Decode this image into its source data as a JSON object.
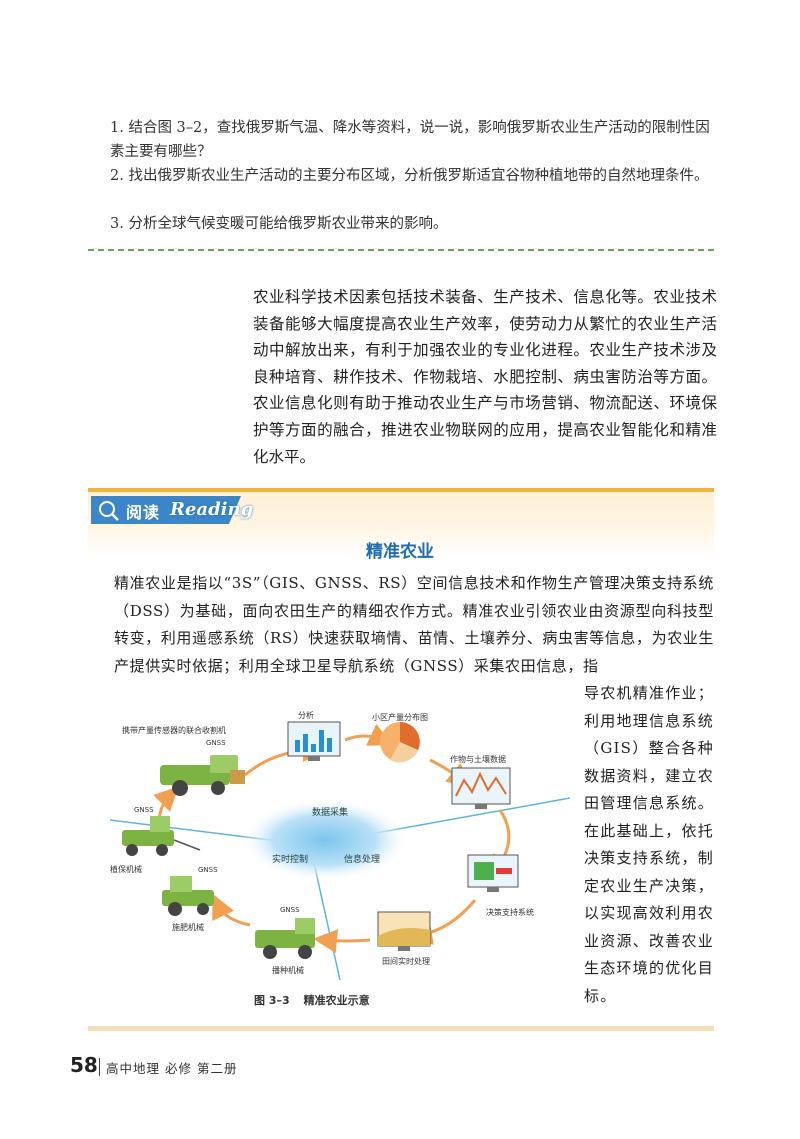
{
  "questions": [
    "1. 结合图 3–2，查找俄罗斯气温、降水等资料，说一说，影响俄罗斯农业生产活动的限制性因素主要有哪些？",
    "2. 找出俄罗斯农业生产活动的主要分布区域，分析俄罗斯适宜谷物种植地带的自然地理条件。",
    "3. 分析全球气候变暖可能给俄罗斯农业带来的影响。"
  ],
  "main_paragraph": "农业科学技术因素包括技术装备、生产技术、信息化等。农业技术装备能够大幅度提高农业生产效率，使劳动力从繁忙的农业生产活动中解放出来，有利于加强农业的专业化进程。农业生产技术涉及良种培育、耕作技术、作物栽培、水肥控制、病虫害防治等方面。农业信息化则有助于推动农业生产与市场营销、物流配送、环境保护等方面的融合，推进农业物联网的应用，提高农业智能化和精准化水平。",
  "reading": {
    "label_cn": "阅读",
    "label_en": "Reading",
    "title": "精准农业",
    "body": "精准农业是指以“3S”（GIS、GNSS、RS）空间信息技术和作物生产管理决策支持系统（DSS）为基础，面向农田生产的精细农作方式。精准农业引领农业由资源型向科技型转变，利用遥感系统（RS）快速获取墒情、苗情、土壤养分、病虫害等信息，为农业生产提供实时依据；利用全球卫星导航系统（GNSS）采集农田信息，指",
    "side_text": "导农机精准作业；利用地理信息系统（GIS）整合各种数据资料，建立农田管理信息系统。在此基础上，依托决策支持系统，制定农业生产决策，以实现高效利用农业资源、改善农业生态环境的优化目标。"
  },
  "diagram": {
    "labels": {
      "harvester": "携带产量传感器的联合收割机",
      "analysis": "分析",
      "yield_map": "小区产量分布图",
      "crop_soil": "作物与土壤数据",
      "dss": "决策支持系统",
      "field_processing": "田间实时处理",
      "seeder": "播种机械",
      "fertilizer": "施肥机械",
      "plant_protection": "植保机械",
      "data_collection": "数据采集",
      "realtime_control": "实时控制",
      "info_processing": "信息处理",
      "gnss": "GNSS"
    },
    "caption_num": "图 3–3",
    "caption_text": "精准农业示意"
  },
  "footer": {
    "page_number": "58",
    "book_title": "高中地理   必修   第二册"
  },
  "colors": {
    "accent_blue": "#1c6db3",
    "accent_orange": "#f2b33d",
    "dash_green": "#6aa84f",
    "arrow_orange": "#f0a050"
  }
}
